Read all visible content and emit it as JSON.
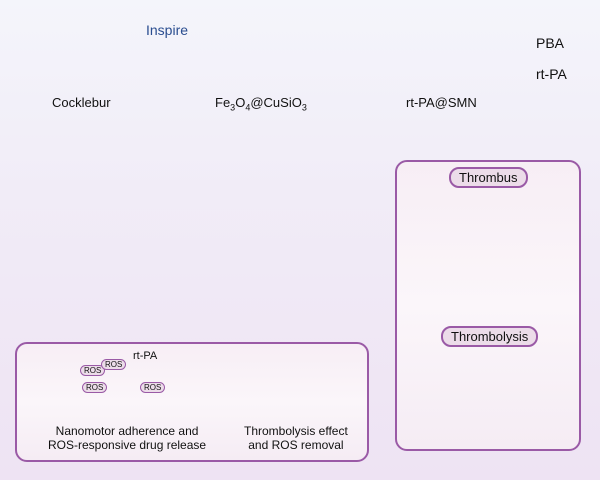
{
  "top_row": {
    "cocklebur_label": "Cocklebur",
    "inspire_label": "Inspire",
    "core_label_main": "Fe",
    "core_label_sub1": "3",
    "core_label_mid": "O",
    "core_label_sub2": "4",
    "core_label_end": "@CuSiO",
    "core_label_sub3": "3",
    "nanomotor_label": "rt-PA@SMN"
  },
  "legend": {
    "items": [
      {
        "icon": "y-shaped-linker-icon",
        "label": "PBA",
        "color": "#4fb6ae"
      },
      {
        "icon": "sphere-icon",
        "label": "rt-PA",
        "color": "#c0448f"
      }
    ]
  },
  "right_panel": {
    "top_title": "Thrombus",
    "bottom_title": "Thrombolysis"
  },
  "bottom_panel": {
    "rtpa_label": "rt-PA",
    "ros_label": "ROS",
    "left_caption_line1": "Nanomotor adherence and",
    "left_caption_line2": "ROS-responsive drug release",
    "right_caption_line1": "Thrombolysis effect",
    "right_caption_line2": "and ROS removal"
  },
  "colors": {
    "accent_purple": "#9a5aa6",
    "arrow_purple": "#8a4f9a",
    "blood_red": "#b01c2a",
    "vessel_pink": "#e88a98",
    "title_blue": "#2a4d8f"
  }
}
